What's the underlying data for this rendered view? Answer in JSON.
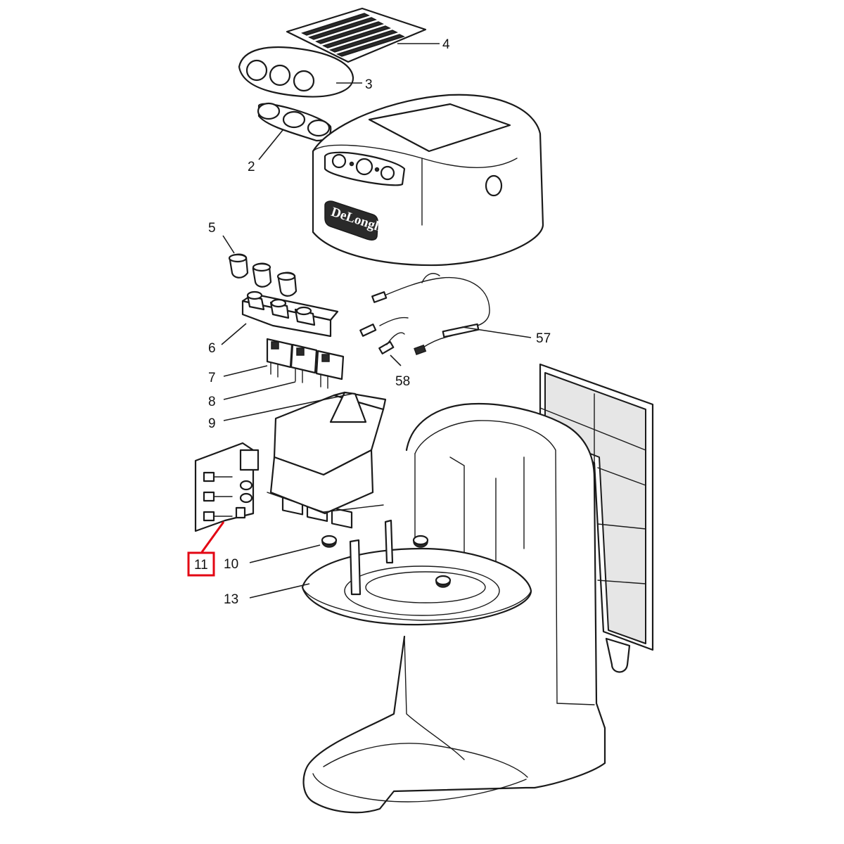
{
  "brand_logo": "DeLonghi",
  "callouts": [
    {
      "id": "2",
      "label": "2"
    },
    {
      "id": "3",
      "label": "3"
    },
    {
      "id": "4",
      "label": "4"
    },
    {
      "id": "5",
      "label": "5"
    },
    {
      "id": "6",
      "label": "6"
    },
    {
      "id": "7",
      "label": "7"
    },
    {
      "id": "8",
      "label": "8"
    },
    {
      "id": "9",
      "label": "9"
    },
    {
      "id": "10",
      "label": "10"
    },
    {
      "id": "11",
      "label": "11",
      "highlighted": true
    },
    {
      "id": "13",
      "label": "13"
    },
    {
      "id": "57",
      "label": "57"
    },
    {
      "id": "58",
      "label": "58"
    }
  ],
  "colors": {
    "highlight": "#e30613",
    "line": "#1a1a1a",
    "background": "#ffffff"
  }
}
